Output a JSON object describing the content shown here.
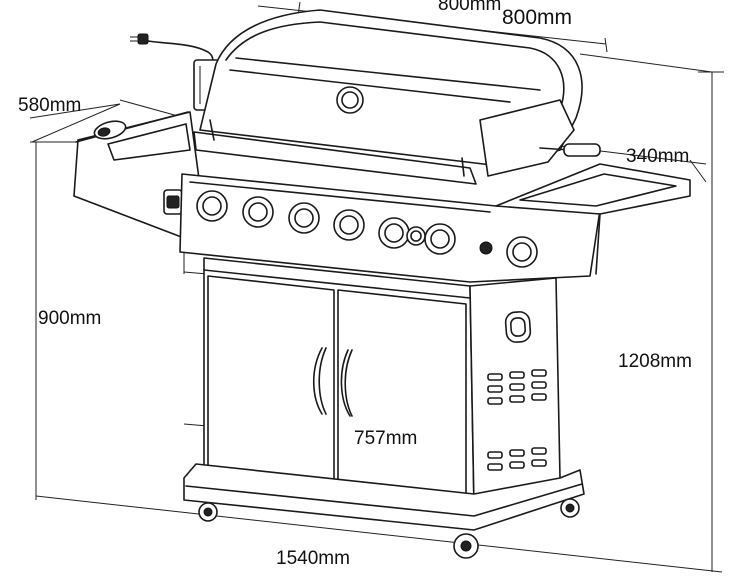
{
  "dimensions": {
    "top_overlap": "800mm",
    "top_width": "800mm",
    "left_depth": "580mm",
    "right_shelf_depth": "340mm",
    "left_height": "900mm",
    "total_height": "1208mm",
    "cabinet_width": "757mm",
    "total_width": "1540mm"
  },
  "colors": {
    "line": "#1a1a1a",
    "background": "#ffffff"
  }
}
